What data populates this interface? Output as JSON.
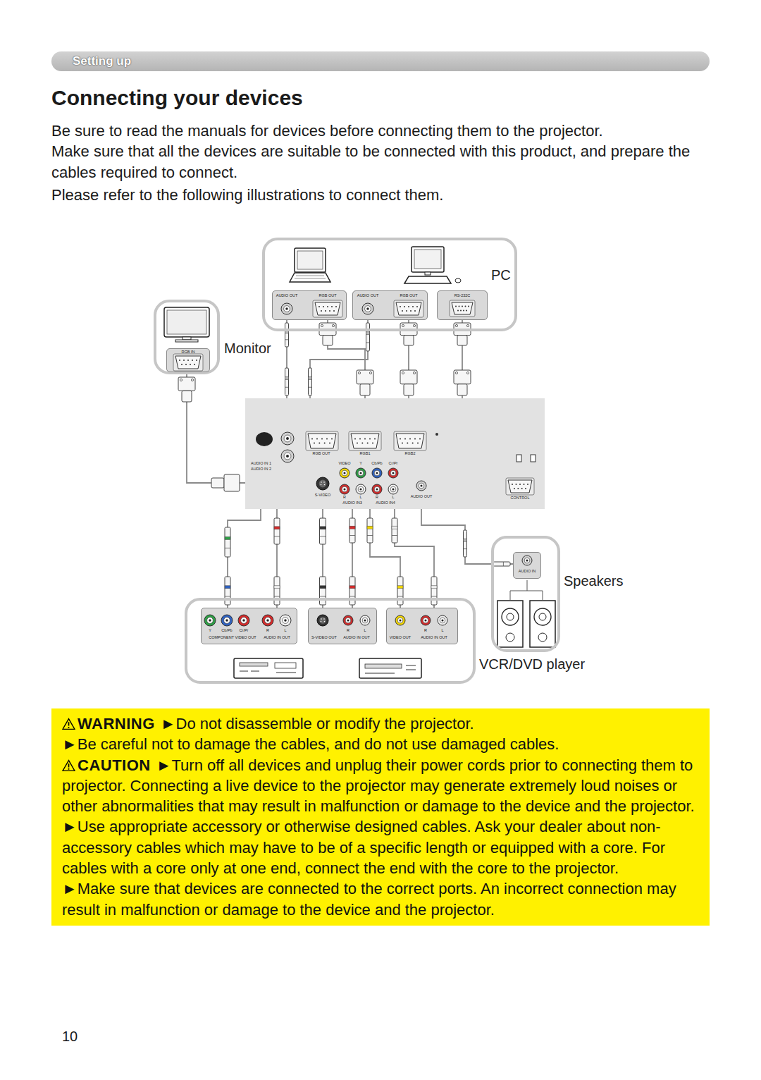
{
  "diagram": {
    "title": "Connecting your devices",
    "nodes": [
      {
        "text": [
          "Setting up"
        ]
      },
      {
        "text": [
          "PC"
        ]
      },
      {
        "text": [
          "AUDIO OUT",
          "RGB OUT"
        ],
        "in": 1
      },
      {
        "text": [
          "AUDIO OUT",
          "RGB OUT"
        ],
        "in": 1
      },
      {
        "text": [
          "RS-232C"
        ],
        "in": 1
      },
      {
        "text": [
          "Monitor"
        ]
      },
      {
        "text": [
          "RGB IN"
        ],
        "in": 5
      },
      {
        "text": [
          "AUDIO IN 1",
          "AUDIO IN 2",
          "RGB OUT",
          "RGB1",
          "RGB2",
          "VIDEO",
          "Y",
          "Cb/Pb",
          "Cr/Pr",
          "S-VIDEO",
          "R",
          "L",
          "R",
          "L",
          "AUDIO IN3",
          "AUDIO IN4",
          "AUDIO OUT",
          "CONTROL"
        ]
      },
      {
        "text": [
          "Speakers"
        ]
      },
      {
        "text": [
          "AUDIO IN"
        ],
        "in": 8
      },
      {
        "text": [
          "VCR/DVD player"
        ]
      },
      {
        "text": [
          "Y",
          "Cb/Pb",
          "Cr/Pr",
          "R",
          "L",
          "COMPONENT VIDEO OUT",
          "AUDIO IN OUT"
        ],
        "in": 10
      },
      {
        "text": [
          "R",
          "L",
          "S-VIDEO OUT",
          "AUDIO IN OUT"
        ],
        "in": 10
      },
      {
        "text": [
          "R",
          "L",
          "VIDEO OUT",
          "AUDIO IN OUT"
        ],
        "in": 10
      },
      {
        "text": [
          "WARNING",
          "►Do not disassemble or modify the projector.",
          "►Be careful not to damage the cables, and do not use damaged cables.",
          "CAUTION",
          "►Turn off all devices and unplug their power cords prior to connecting them to projector. Connecting a live device to the projector may generate extremely loud noises or other abnormalities that may result in malfunction or damage to the device and the projector.",
          "►Use appropriate accessory or otherwise designed cables. Ask your dealer about non-accessory cables which may have to be of a specific length or equipped with a core. For cables with a core only at one end, connect the end with the core to the projector.",
          "►Make sure that devices are connected to the correct ports. An incorrect connection may result in malfunction or damage to the device and the projector."
        ]
      }
    ],
    "edges": [
      {
        "from": 2,
        "to": 7,
        "arrow": "none"
      },
      {
        "from": 2,
        "to": 7,
        "arrow": "none"
      },
      {
        "from": 3,
        "to": 7,
        "arrow": "none"
      },
      {
        "from": 3,
        "to": 7,
        "arrow": "none"
      },
      {
        "from": 4,
        "to": 7,
        "arrow": "none"
      },
      {
        "from": 7,
        "to": 6,
        "arrow": "none"
      },
      {
        "from": 7,
        "to": 9,
        "arrow": "none"
      },
      {
        "from": 7,
        "to": 11,
        "arrow": "none"
      },
      {
        "from": 7,
        "to": 11,
        "arrow": "none"
      },
      {
        "from": 7,
        "to": 12,
        "arrow": "none"
      },
      {
        "from": 7,
        "to": 12,
        "arrow": "none"
      },
      {
        "from": 7,
        "to": 13,
        "arrow": "none"
      },
      {
        "from": 7,
        "to": 13,
        "arrow": "none"
      }
    ],
    "labels": [
      "Be sure to read the manuals for devices before connecting them to the projector.",
      "Make sure that all the devices are suitable to be connected with this product, and prepare the cables required to connect.",
      "Please refer to the following illustrations to connect them.",
      "10"
    ]
  }
}
